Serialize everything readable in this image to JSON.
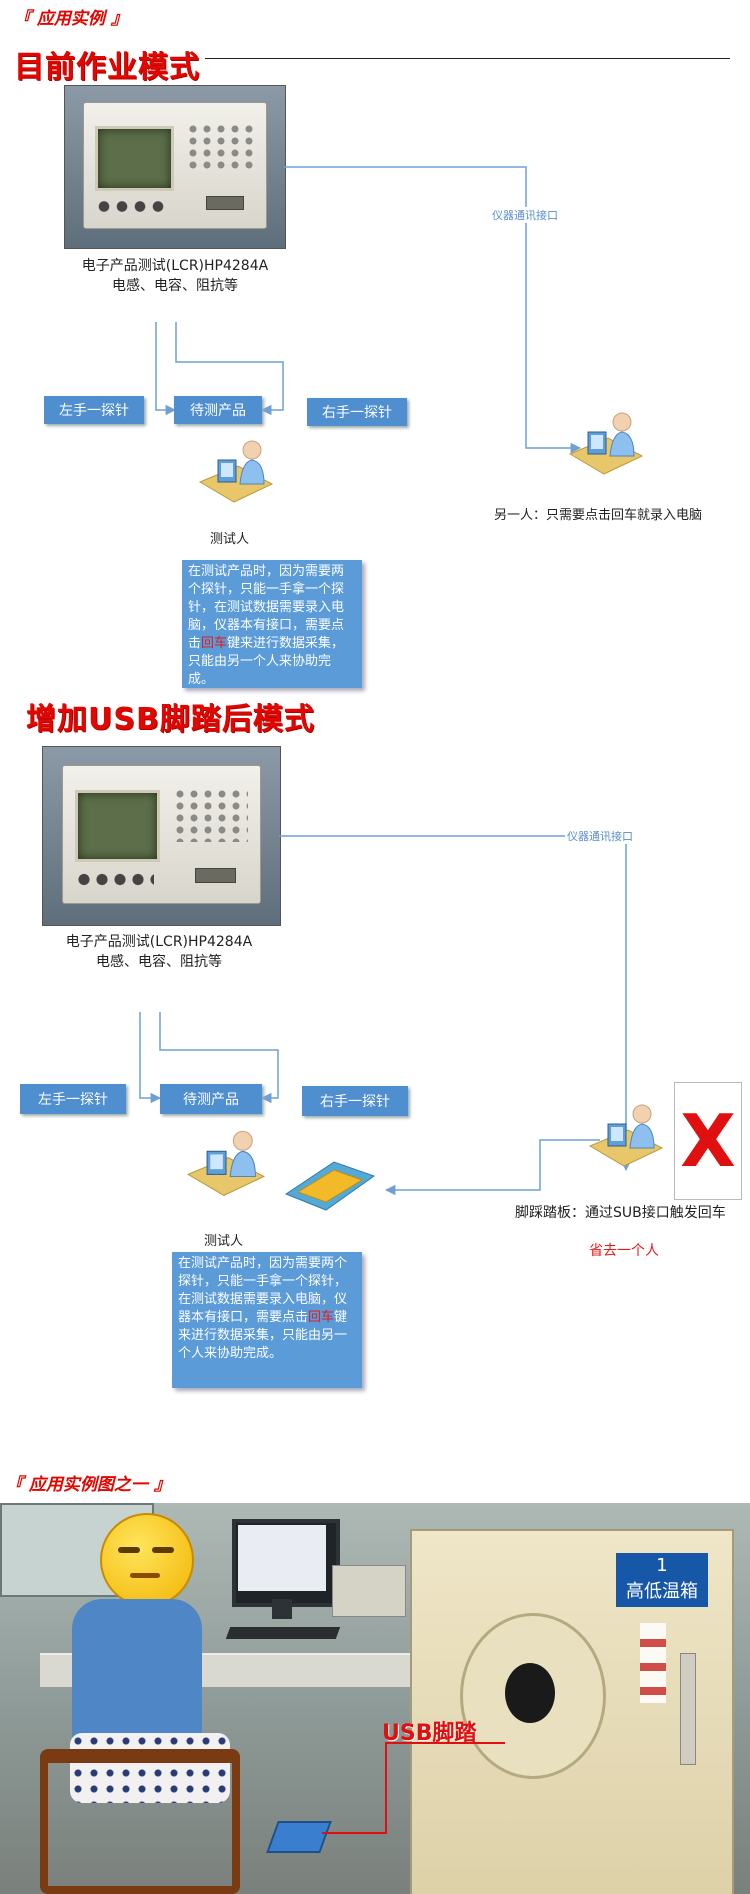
{
  "header": {
    "label": "『 应用实例 』"
  },
  "section1": {
    "title": "目前作业模式",
    "instrument_caption_line1": "电子产品测试(LCR)HP4284A",
    "instrument_caption_line2": "电感、电容、阻抗等",
    "left_probe": "左手一探针",
    "product": "待测产品",
    "right_probe": "右手一探针",
    "tester_label": "测试人",
    "interface_label": "仪器通讯接口",
    "other_person_label": "另一人：只需要点击回车就录入电脑",
    "note_before": "在测试产品时，因为需要两个探针，只能一手拿一个探针，在测试数据需要录入电脑，仪器本有接口，需要点击",
    "note_highlight": "回车",
    "note_after": "键来进行数据采集，只能由另一个人来协助完成。"
  },
  "section2": {
    "title": "增加USB脚踏后模式",
    "instrument_caption_line1": "电子产品测试(LCR)HP4284A",
    "instrument_caption_line2": "电感、电容、阻抗等",
    "left_probe": "左手一探针",
    "product": "待测产品",
    "right_probe": "右手一探针",
    "tester_label": "测试人",
    "interface_label": "仪器通讯接口",
    "pedal_label": "脚踩踏板：通过SUB接口触发回车",
    "saved_label": "省去一个人",
    "x_mark": "X",
    "note_before": "在测试产品时，因为需要两个探针，只能一手拿一个探针，在测试数据需要录入电脑，仪器本有接口，需要点击",
    "note_highlight": "回车",
    "note_after": "键来进行数据采集，只能由另一个人来协助完成。"
  },
  "section3": {
    "title": "『 应用实例图之一 』",
    "chamber_number": "1",
    "chamber_name": "高低温箱",
    "usb_pedal_label": "USB脚踏"
  },
  "colors": {
    "accent_red": "#e10600",
    "box_blue": "#4f8fd0",
    "line_blue": "#6fa0d2"
  }
}
